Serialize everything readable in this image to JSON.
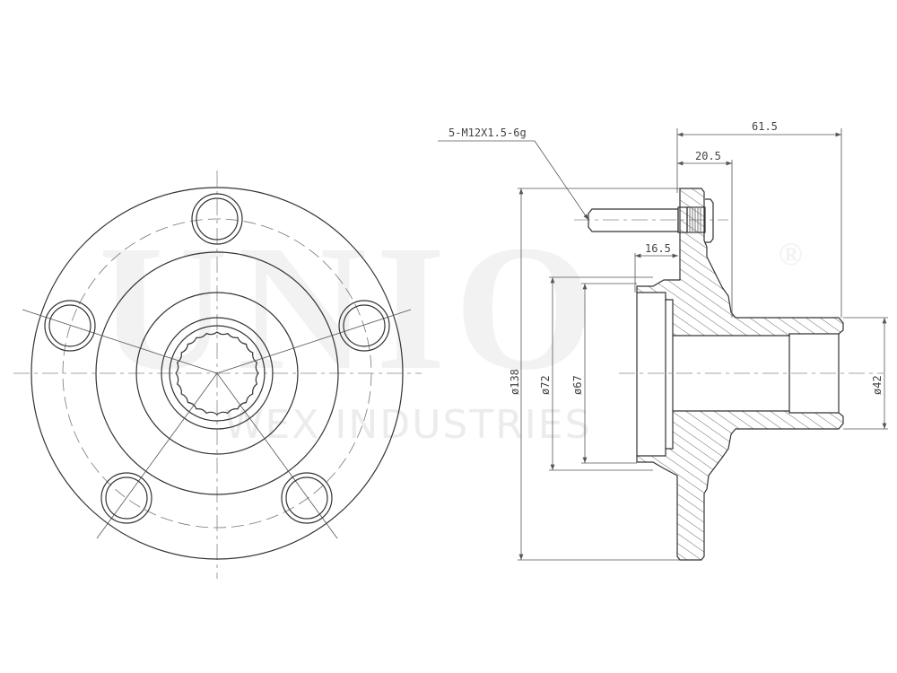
{
  "watermark": {
    "brand": "UNIO",
    "registered": "®",
    "company": "WEX INDUSTRIES"
  },
  "views": {
    "front": {
      "label": "front-view",
      "bolt_holes": 5,
      "spline_teeth": 24
    },
    "section": {
      "label": "section-view"
    }
  },
  "dimensions": {
    "thread_callout": "5-M12X1.5-6g",
    "overall_length": "61.5",
    "flange_to_step": "20.5",
    "pilot_depth": "16.5",
    "flange_diameter": "ø138",
    "pilot_diameter_outer": "ø72",
    "pilot_diameter_inner": "ø67",
    "hub_diameter": "ø42"
  },
  "colors": {
    "line": "#333333",
    "centerline": "#888888",
    "watermark": "#f0f0f0"
  }
}
